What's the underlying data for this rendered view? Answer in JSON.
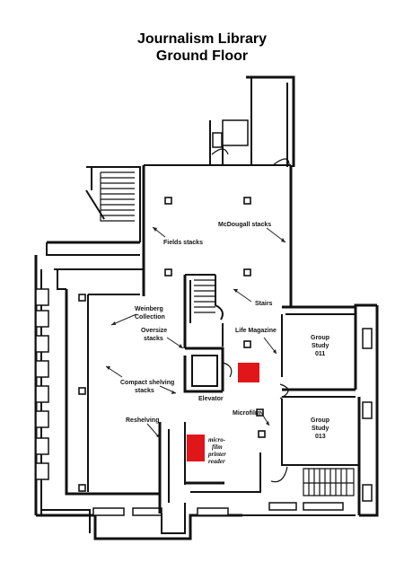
{
  "title": {
    "line1": "Journalism Library",
    "line2": "Ground Floor"
  },
  "labels": {
    "mcdougall": "McDougall stacks",
    "fields": "Fields stacks",
    "stairs": "Stairs",
    "weinberg1": "Weinberg",
    "weinberg2": "Collection",
    "oversize1": "Oversize",
    "oversize2": "stacks",
    "life": "Life Magazine",
    "group011_1": "Group",
    "group011_2": "Study",
    "group011_3": "011",
    "compact1": "Compact shelving",
    "compact2": "stacks",
    "elevator": "Elevator",
    "microfilm": "Microfilm",
    "group013_1": "Group",
    "group013_2": "Study",
    "group013_3": "013",
    "reshelving": "Reshelving",
    "mpr1": "micro-",
    "mpr2": "film",
    "mpr3": "printer",
    "mpr4": "reader"
  },
  "colors": {
    "highlight": "#e0161b",
    "wall": "#111111",
    "background": "#ffffff"
  }
}
